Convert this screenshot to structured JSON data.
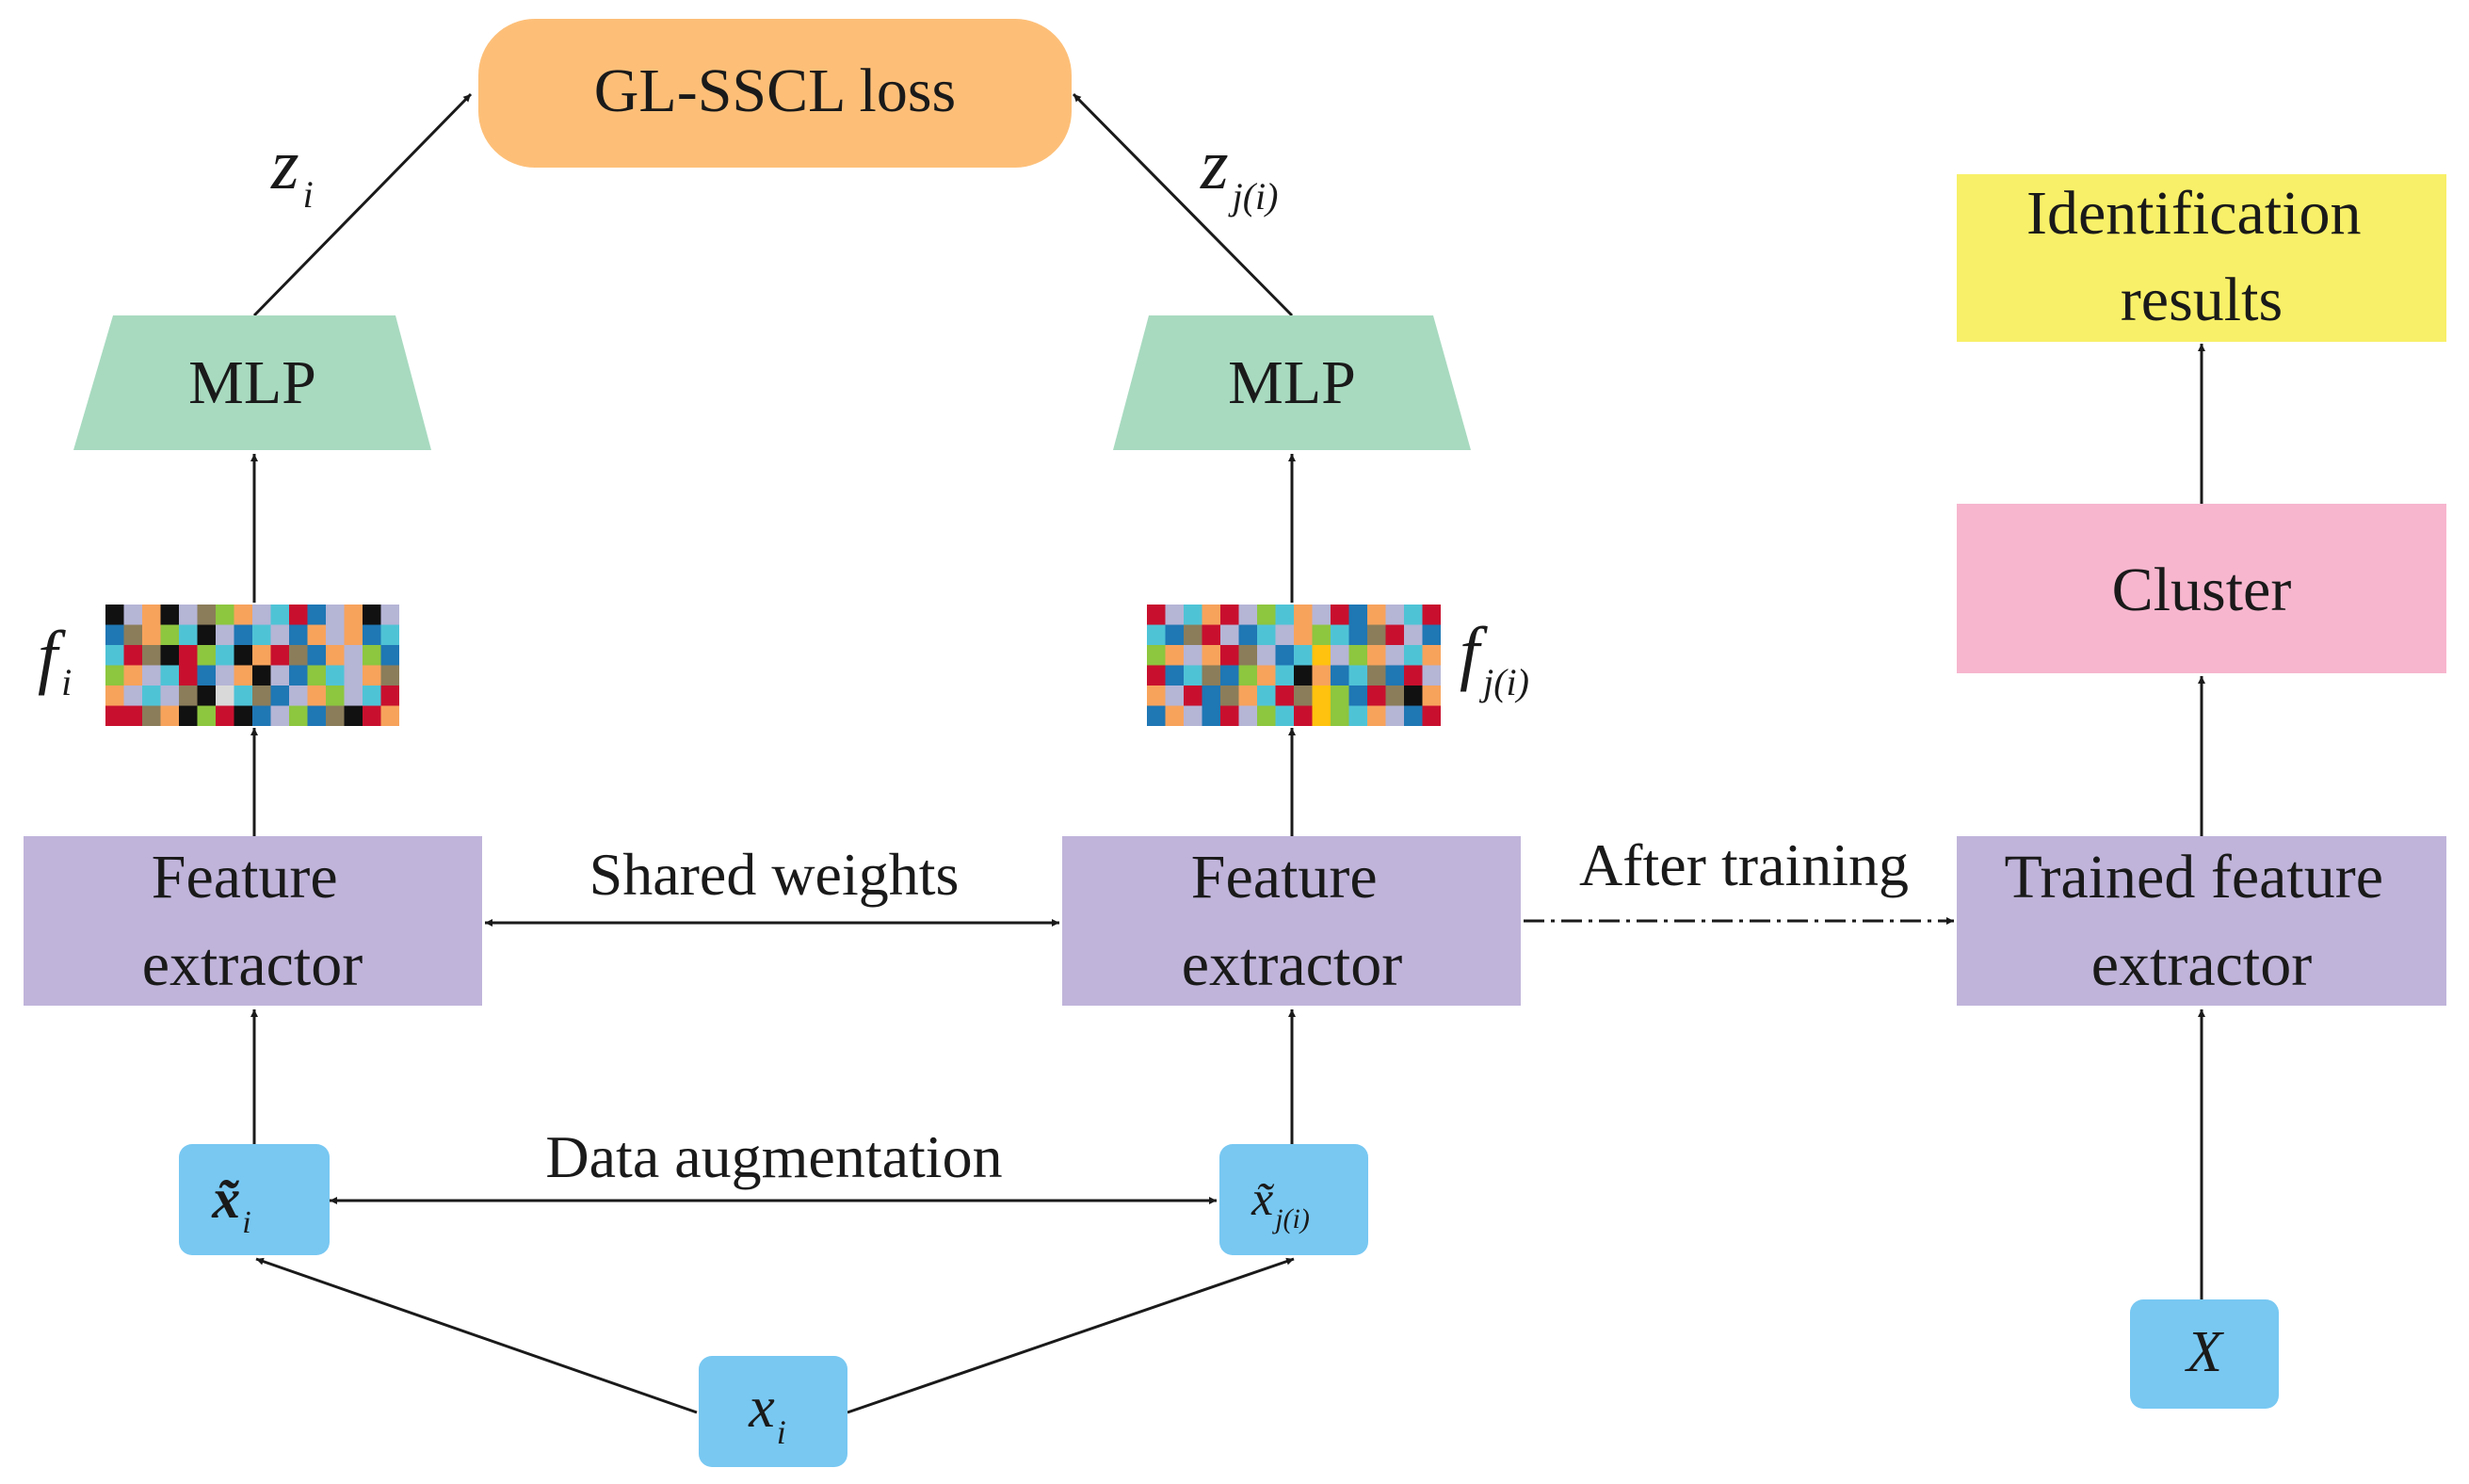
{
  "colors": {
    "loss": "#FDBF78",
    "mlp": "#A8DAC0",
    "extractor": "#C0B4DA",
    "input": "#78C8F2",
    "cluster": "#F7B6CE",
    "result": "#F8F068",
    "line": "#1a1a1a"
  },
  "nodes": {
    "loss": "GL-SSCL loss",
    "mlp_left": "MLP",
    "mlp_right": "MLP",
    "extractor_left": [
      "Feature",
      "extractor"
    ],
    "extractor_right": [
      "Feature",
      "extractor"
    ],
    "trained_extractor": [
      "Trained feature",
      "extractor"
    ],
    "cluster": "Cluster",
    "results": [
      "Identification",
      "results"
    ]
  },
  "symbols": {
    "z_i": {
      "base": "z",
      "sub": "i"
    },
    "z_ji": {
      "base": "z",
      "sub": "j(i)"
    },
    "f_i": {
      "base": "f",
      "sub": "i"
    },
    "f_ji": {
      "base": "f",
      "sub": "j(i)"
    },
    "x_tilde_i": {
      "base": "x̃",
      "sub": "i"
    },
    "x_tilde_ji": {
      "base": "x̃",
      "sub": "j(i)"
    },
    "x_i": {
      "base": "x",
      "sub": "i"
    },
    "X": "X"
  },
  "edge_labels": {
    "shared_weights": "Shared weights",
    "data_augmentation": "Data augmentation",
    "after_training": "After training"
  },
  "feature_palette": [
    "#C8102E",
    "#8DC63F",
    "#1F77B4",
    "#F7A35C",
    "#4FC3D6",
    "#8B7D5A",
    "#B5B5D6",
    "#111111",
    "#FFC20E",
    "#D9D9D9"
  ],
  "feature_grid_left": [
    [
      7,
      6,
      3,
      7,
      6,
      5,
      1,
      3,
      6,
      4,
      0,
      2,
      6,
      3,
      7,
      6
    ],
    [
      2,
      5,
      3,
      1,
      4,
      7,
      6,
      2,
      4,
      6,
      2,
      3,
      6,
      3,
      2,
      4
    ],
    [
      4,
      0,
      5,
      7,
      0,
      1,
      4,
      7,
      3,
      0,
      5,
      2,
      3,
      6,
      1,
      2
    ],
    [
      1,
      3,
      6,
      4,
      0,
      2,
      6,
      3,
      7,
      6,
      2,
      1,
      4,
      6,
      3,
      5
    ],
    [
      3,
      6,
      4,
      6,
      5,
      7,
      9,
      4,
      5,
      2,
      6,
      3,
      1,
      6,
      4,
      0
    ],
    [
      0,
      0,
      5,
      3,
      7,
      1,
      0,
      7,
      2,
      6,
      1,
      2,
      5,
      7,
      0,
      3
    ]
  ],
  "feature_grid_right": [
    [
      0,
      6,
      4,
      3,
      0,
      6,
      1,
      4,
      3,
      6,
      0,
      2,
      3,
      6,
      4,
      0
    ],
    [
      4,
      2,
      5,
      0,
      6,
      2,
      4,
      6,
      3,
      1,
      4,
      2,
      5,
      0,
      6,
      2
    ],
    [
      1,
      3,
      6,
      3,
      0,
      5,
      6,
      2,
      4,
      8,
      6,
      1,
      3,
      6,
      4,
      3
    ],
    [
      0,
      2,
      4,
      5,
      2,
      1,
      3,
      4,
      7,
      3,
      2,
      4,
      5,
      2,
      0,
      6
    ],
    [
      3,
      6,
      0,
      2,
      5,
      3,
      4,
      0,
      5,
      8,
      1,
      2,
      0,
      5,
      7,
      3
    ],
    [
      2,
      3,
      6,
      2,
      0,
      6,
      1,
      4,
      0,
      8,
      1,
      4,
      3,
      6,
      2,
      0
    ]
  ]
}
